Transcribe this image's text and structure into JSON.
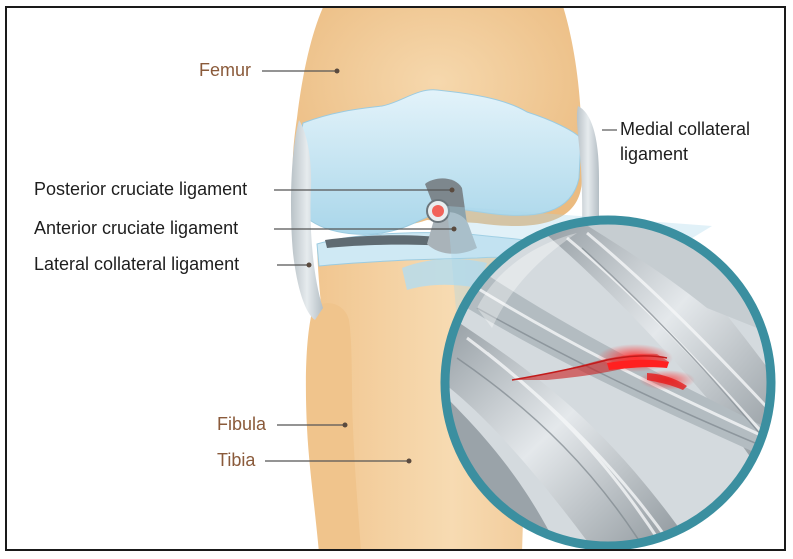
{
  "labels": {
    "femur": "Femur",
    "medial_collateral_line1": "Medial collateral",
    "medial_collateral_line2": "ligament",
    "posterior_cruciate": "Posterior cruciate ligament",
    "anterior_cruciate": "Anterior cruciate ligament",
    "lateral_collateral": "Lateral collateral ligament",
    "fibula": "Fibula",
    "tibia": "Tibia"
  },
  "colors": {
    "bone": "#f3cf9c",
    "cartilage": "#bfe3f1",
    "ligament": "#cfd6da",
    "lens_ring": "#3b8fa0",
    "tear": "#ff1a1a",
    "label_bone": "#8a5a3a",
    "label_dark": "#1e1e1e"
  }
}
